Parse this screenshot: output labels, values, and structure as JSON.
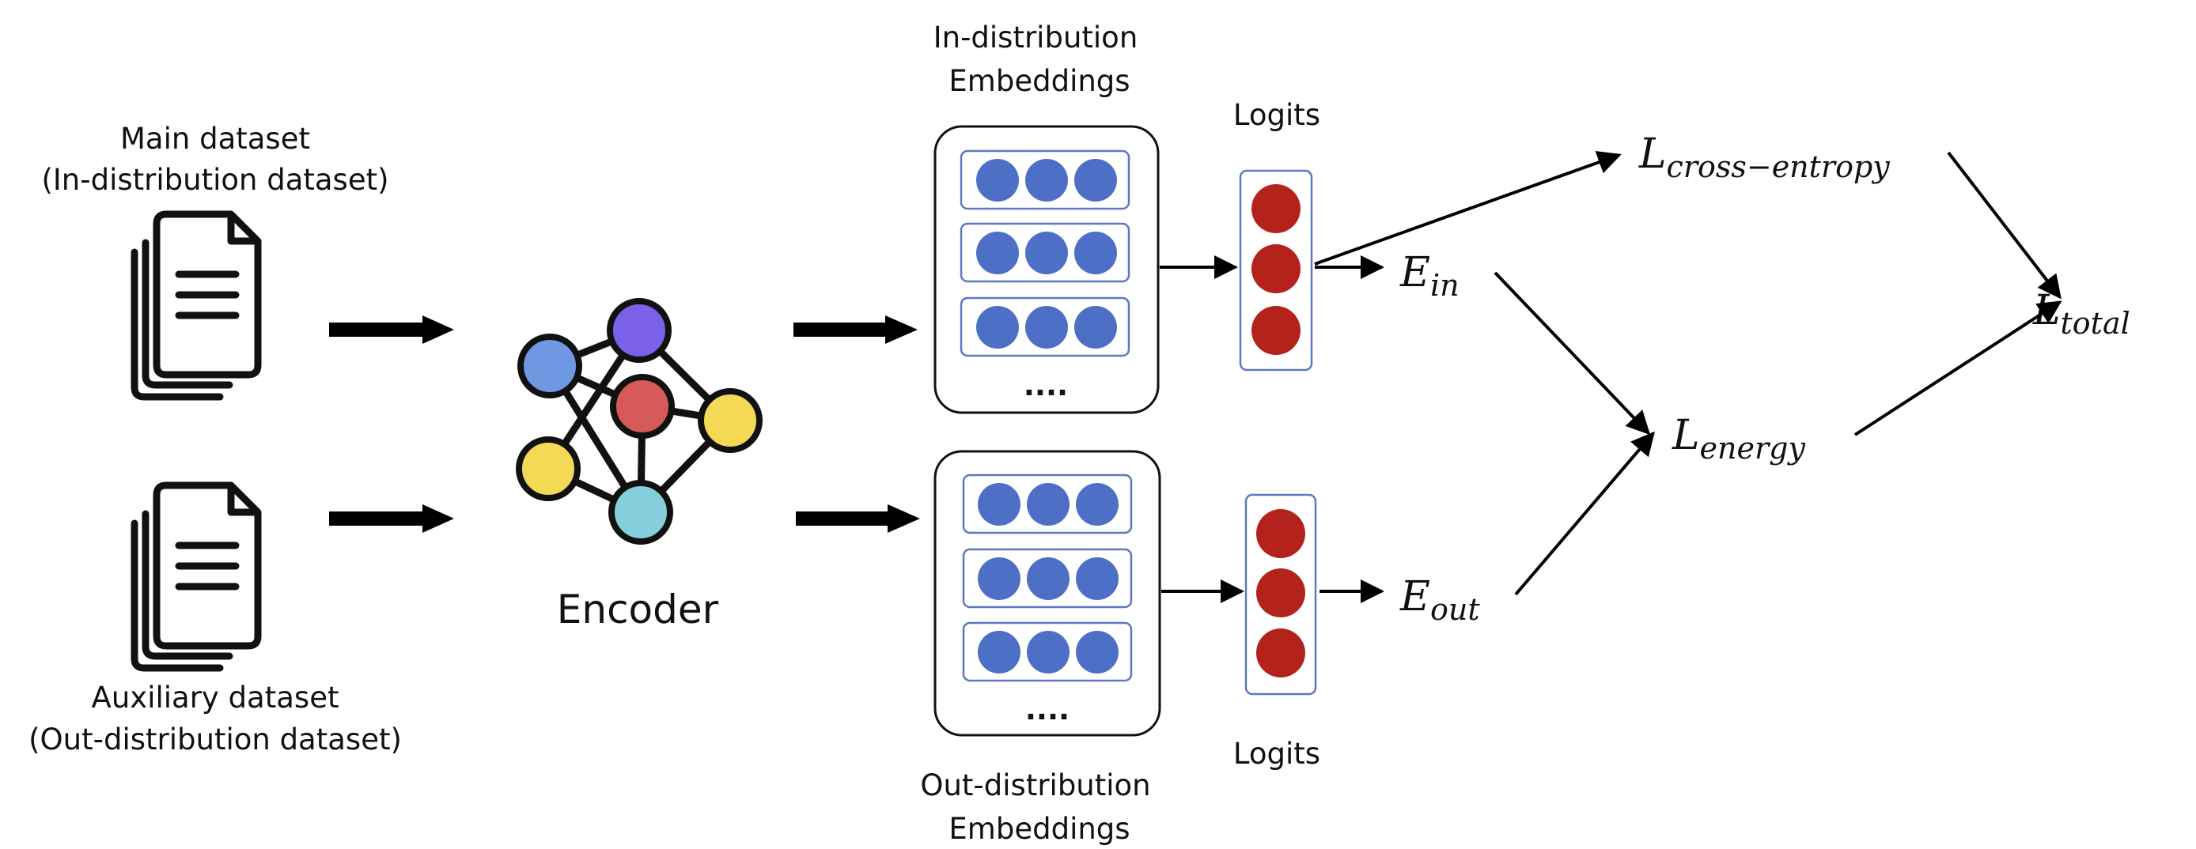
{
  "main_dataset": {
    "line1": "Main dataset",
    "line2": "(In-distribution dataset)",
    "icon": "document-stack-icon"
  },
  "aux_dataset": {
    "line1": "Auxiliary dataset",
    "line2": "(Out-distribution dataset)",
    "icon": "document-stack-icon"
  },
  "encoder": {
    "label": "Encoder",
    "icon": "neural-network-icon",
    "node_colors": [
      "#6F98E3",
      "#7B61E8",
      "#D65A5A",
      "#F3D955",
      "#F3D955",
      "#84CFDA"
    ]
  },
  "in_embeddings": {
    "line1": "In-distribution",
    "line2": "Embeddings",
    "ellipsis": "....",
    "dot_color": "#4D6FC6"
  },
  "out_embeddings": {
    "line1": "Out-distribution",
    "line2": "Embeddings",
    "ellipsis": "....",
    "dot_color": "#4D6FC6"
  },
  "logits_top": {
    "label": "Logits",
    "dot_color": "#B3221B"
  },
  "logits_bottom": {
    "label": "Logits",
    "dot_color": "#B3221B"
  },
  "terms": {
    "e_in": {
      "base": "E",
      "sub": "in"
    },
    "e_out": {
      "base": "E",
      "sub": "out"
    },
    "l_ce": {
      "base": "L",
      "sub": "cross−entropy"
    },
    "l_energy": {
      "base": "L",
      "sub": "energy"
    },
    "l_total": {
      "base": "L",
      "sub": "total"
    }
  }
}
